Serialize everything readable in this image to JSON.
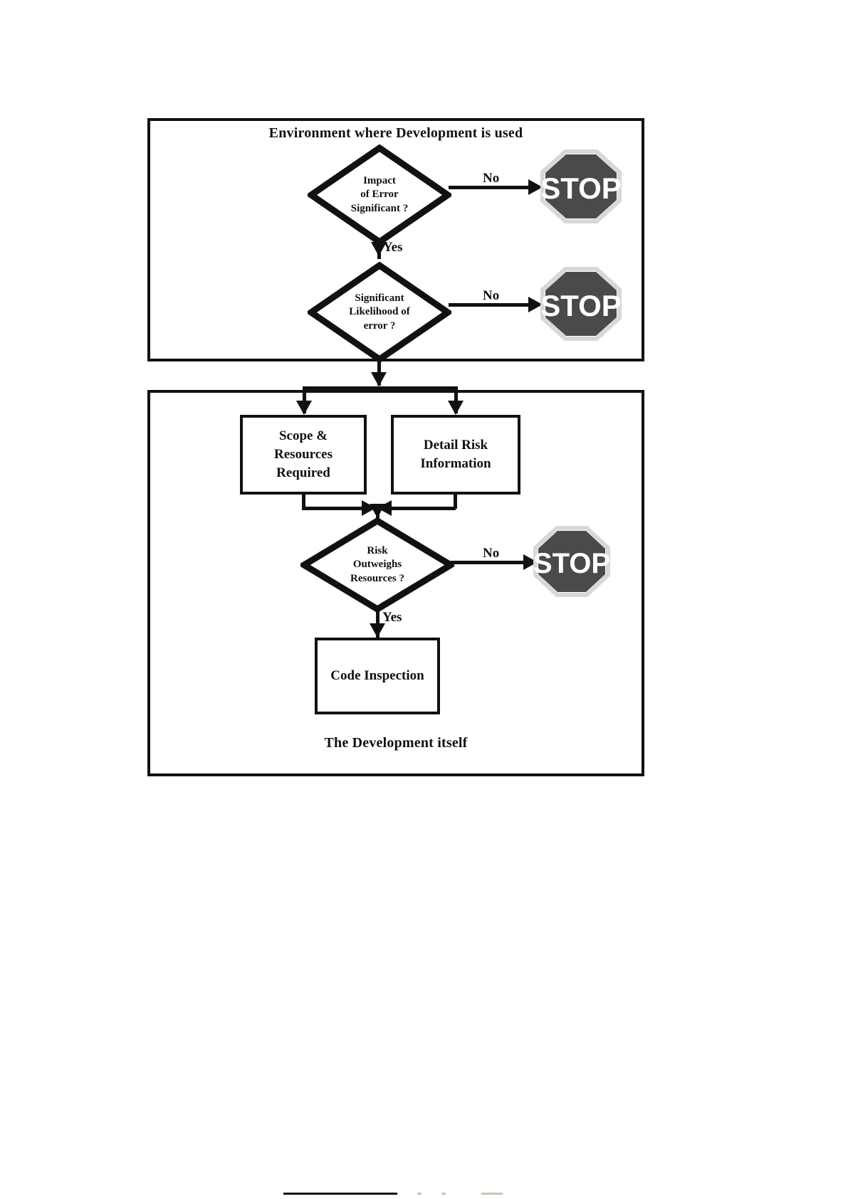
{
  "diagram": {
    "type": "flowchart",
    "title": "Code Inspection decision flowchart",
    "panels": [
      {
        "id": "environment",
        "label": "Environment where Development is used",
        "label_position": "top-center"
      },
      {
        "id": "development",
        "label": "The Development itself",
        "label_position": "bottom-center"
      }
    ],
    "nodes": {
      "decision_impact": {
        "shape": "diamond",
        "lines": [
          "Impact",
          "of Error",
          "Significant ?"
        ]
      },
      "decision_likelihood": {
        "shape": "diamond",
        "lines": [
          "Significant",
          "Likelihood of",
          "error ?"
        ]
      },
      "decision_risk": {
        "shape": "diamond",
        "lines": [
          "Risk",
          "Outweighs",
          "Resources ?"
        ]
      },
      "process_scope": {
        "shape": "rectangle",
        "lines": [
          "Scope &",
          "Resources",
          "Required"
        ]
      },
      "process_detail": {
        "shape": "rectangle",
        "lines": [
          "Detail Risk",
          "Information"
        ]
      },
      "process_inspection": {
        "shape": "rectangle",
        "lines": [
          "Code Inspection"
        ]
      },
      "stop_1": {
        "shape": "octagon",
        "text": "STOP"
      },
      "stop_2": {
        "shape": "octagon",
        "text": "STOP"
      },
      "stop_3": {
        "shape": "octagon",
        "text": "STOP"
      }
    },
    "edges": [
      {
        "from": "decision_impact",
        "to": "stop_1",
        "label": "No"
      },
      {
        "from": "decision_impact",
        "to": "decision_likelihood",
        "label": "Yes"
      },
      {
        "from": "decision_likelihood",
        "to": "stop_2",
        "label": "No"
      },
      {
        "from": "decision_likelihood",
        "to": "process_scope",
        "label": ""
      },
      {
        "from": "decision_likelihood",
        "to": "process_detail",
        "label": ""
      },
      {
        "from": "process_scope",
        "to": "decision_risk",
        "label": ""
      },
      {
        "from": "process_detail",
        "to": "decision_risk",
        "label": ""
      },
      {
        "from": "decision_risk",
        "to": "stop_3",
        "label": "No"
      },
      {
        "from": "decision_risk",
        "to": "process_inspection",
        "label": "Yes"
      }
    ],
    "edge_labels": {
      "no_impact": "No",
      "yes_impact": "Yes",
      "no_likelihood": "No",
      "no_risk": "No",
      "yes_risk": "Yes"
    },
    "colors": {
      "ink": "#111111",
      "paper": "#ffffff",
      "stop_fill": "#4a4a4a",
      "stop_text": "#ffffff",
      "stop_outline": "#d8d8d8"
    }
  }
}
